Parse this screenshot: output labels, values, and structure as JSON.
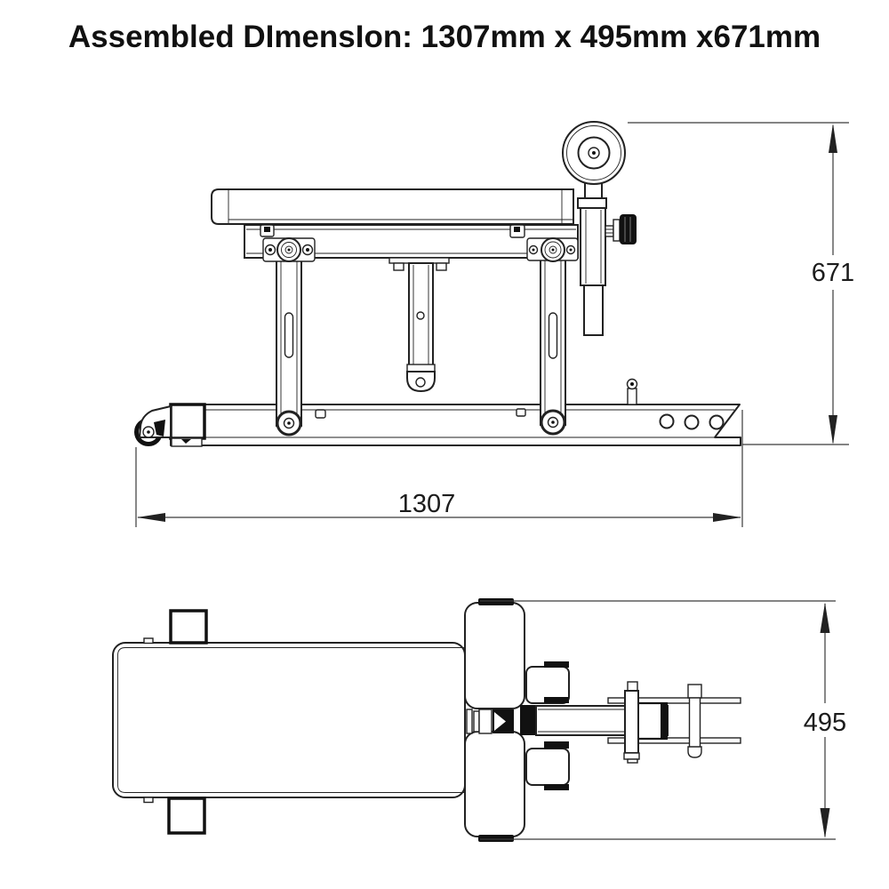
{
  "title": "Assembled DImensIon: 1307mm x 495mm x671mm",
  "dimensions": {
    "length_mm": "1307",
    "width_mm": "495",
    "height_mm": "671"
  }
}
